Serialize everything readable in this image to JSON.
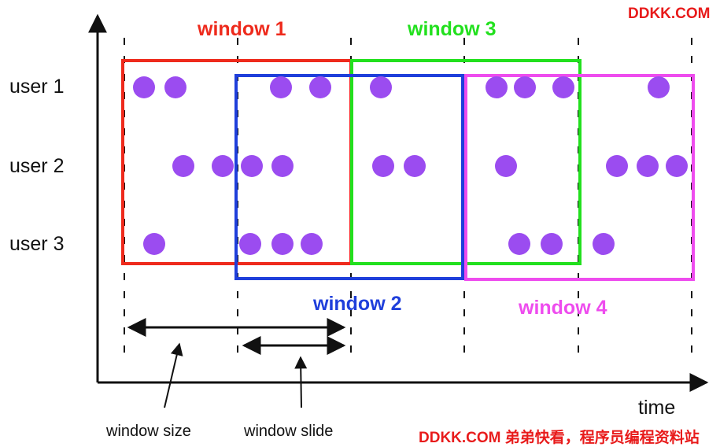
{
  "rows": [
    {
      "label": "user 1"
    },
    {
      "label": "user 2"
    },
    {
      "label": "user 3"
    }
  ],
  "windows": [
    {
      "label": "window 1",
      "color": "#ee2a1c"
    },
    {
      "label": "window 2",
      "color": "#1f3fdb"
    },
    {
      "label": "window 3",
      "color": "#22e01e"
    },
    {
      "label": "window 4",
      "color": "#ee4cee"
    }
  ],
  "event_color": "#9b4cf0",
  "axis": {
    "time_label": "time"
  },
  "annotations": {
    "window_size": "window size",
    "window_slide": "window slide"
  },
  "watermark": {
    "top": "DDKK.COM",
    "bottom": "DDKK.COM 弟弟快看，程序员编程资料站"
  }
}
